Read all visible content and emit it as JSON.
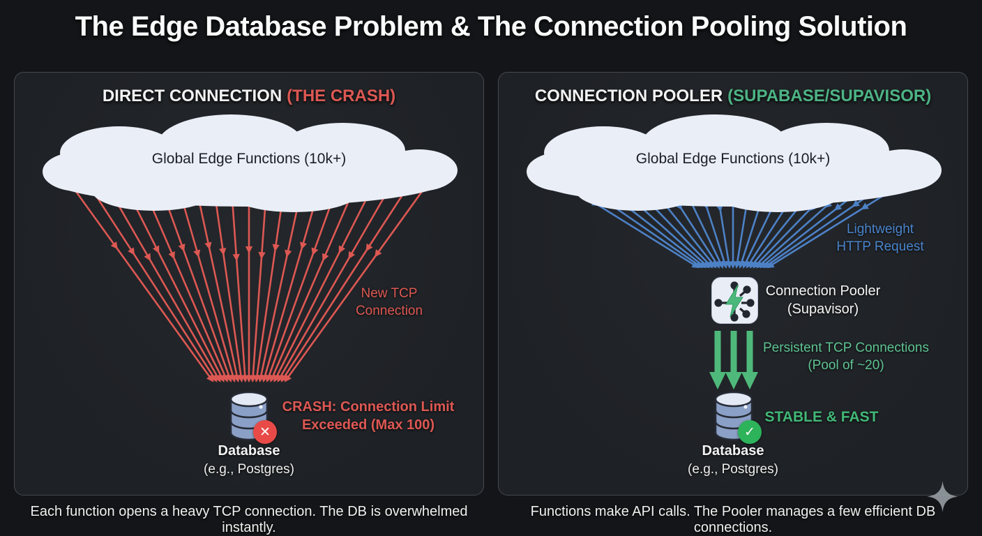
{
  "title": "The Edge Database Problem & The Connection Pooling Solution",
  "left": {
    "title": "DIRECT CONNECTION",
    "title_accent": "(THE CRASH)",
    "cloud_label": "Global Edge Functions (10k+)",
    "connection_label": "New TCP\nConnection",
    "crash_label": "CRASH: Connection Limit\nExceeded (Max 100)",
    "db_label": "Database",
    "db_sublabel": "(e.g., Postgres)",
    "caption": "Each function opens a heavy TCP connection. The DB is overwhelmed instantly."
  },
  "right": {
    "title": "CONNECTION POOLER",
    "title_accent": "(SUPABASE/SUPAVISOR)",
    "cloud_label": "Global Edge Functions (10k+)",
    "http_label": "Lightweight\nHTTP Request",
    "pooler_label": "Connection Pooler\n(Supavisor)",
    "tcp_label": "Persistent TCP Connections\n(Pool of ~20)",
    "stable_label": "STABLE & FAST",
    "db_label": "Database",
    "db_sublabel": "(e.g., Postgres)",
    "caption": "Functions make API calls. The Pooler manages a few efficient DB connections."
  },
  "badges": {
    "error_glyph": "✕",
    "ok_glyph": "✓"
  },
  "colors": {
    "red": "#dd5853",
    "blue": "#4d81c6",
    "blue_label": "#4a84cc",
    "green_title": "#4db385",
    "green_label": "#5ec493",
    "green_stable": "#41b877",
    "arrow_green": "#4fb97b",
    "badge_red": "#e84a47",
    "badge_green": "#2db35a",
    "cloud": "#eaeef7"
  }
}
